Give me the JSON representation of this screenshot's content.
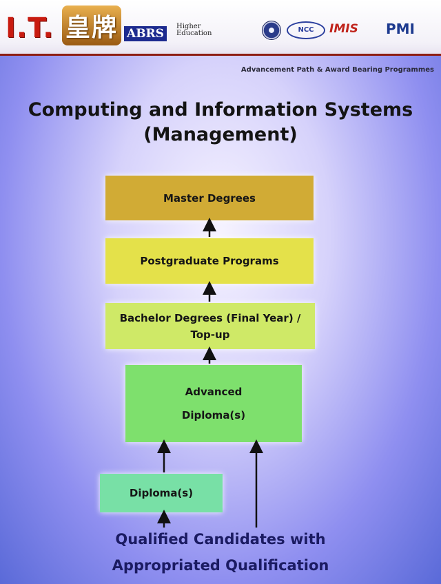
{
  "header": {
    "brand_it": "I.T.",
    "brand_chinese": "皇牌",
    "abrs": "ABRS",
    "higher_line1": "Higher",
    "higher_line2": "Education",
    "ncc": "NCC",
    "imis": "IMIS",
    "pmi": "PMI"
  },
  "subtitle": "Advancement Path & Award Bearing Programmes",
  "title": {
    "line1": "Computing and Information Systems",
    "line2": "(Management)"
  },
  "path": {
    "master": "Master Degrees",
    "postgraduate": "Postgraduate Programs",
    "bachelor_line1": "Bachelor Degrees (Final Year) /",
    "bachelor_line2": "Top-up",
    "advanced_line1": "Advanced",
    "advanced_line2": "Diploma(s)",
    "diploma": "Diploma(s)"
  },
  "entry": {
    "line1": "Qualified Candidates with",
    "line2": "Appropriated Qualification"
  },
  "colors": {
    "master": "#d1ab35",
    "postgraduate": "#e4e14a",
    "bachelor": "#cfe967",
    "advanced": "#7ee06d",
    "diploma": "#78e0a6",
    "brand_red": "#c81b10",
    "entry_text": "#1b1b62"
  }
}
